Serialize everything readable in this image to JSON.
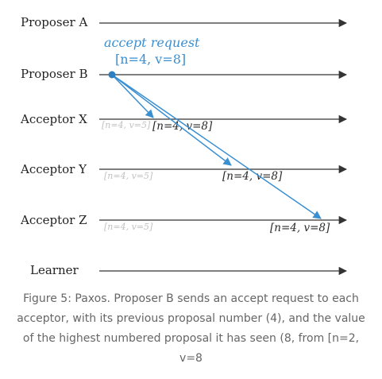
{
  "diagram": {
    "lanes": {
      "proposer_a": "Proposer A",
      "proposer_b": "Proposer B",
      "acceptor_x": "Acceptor X",
      "acceptor_y": "Acceptor Y",
      "acceptor_z": "Acceptor Z",
      "learner": "Learner"
    },
    "accept_request": {
      "title": "accept request",
      "value": "[n=4, v=8]"
    },
    "acceptor_state": {
      "x": {
        "previous": "[n=4, v=5]",
        "accepted": "[n=4, v=8]"
      },
      "y": {
        "previous": "[n=4, v=5]",
        "accepted": "[n=4, v=8]"
      },
      "z": {
        "previous": "[n=4, v=5]",
        "accepted": "[n=4, v=8]"
      }
    },
    "colors": {
      "timeline": "#333333",
      "message": "#3a8fd1",
      "previous_value": "#c2c2c2"
    }
  },
  "caption": "Figure 5: Paxos. Proposer B sends an accept request to each acceptor, with its previous proposal number (4), and the value of the highest numbered proposal it has seen (8, from [n=2, v=8"
}
